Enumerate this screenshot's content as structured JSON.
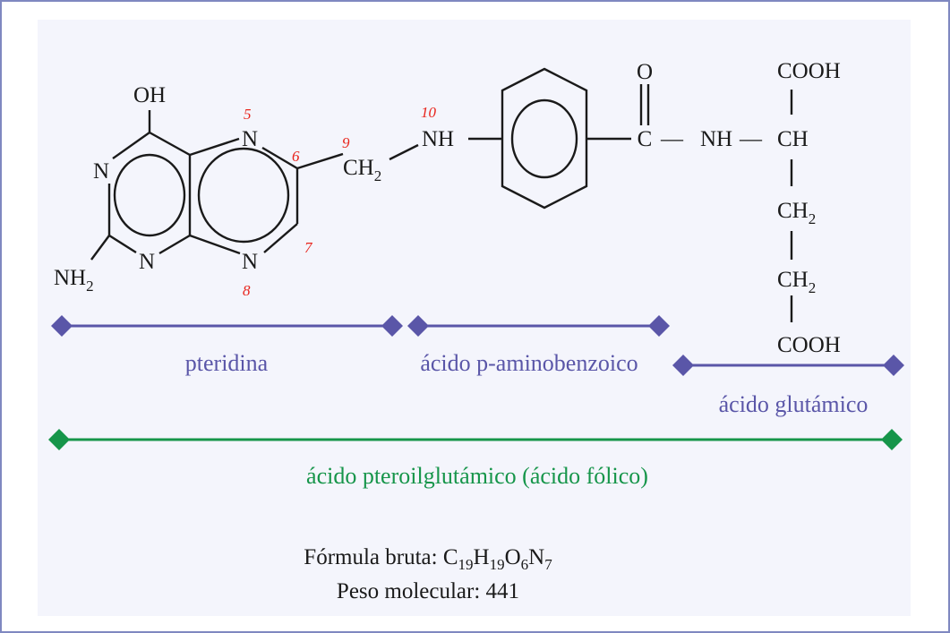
{
  "colors": {
    "frame": "#7f88c0",
    "panel": "#f4f5fc",
    "fragment": "#5a56a8",
    "total": "#16954a",
    "atom_number": "#e8241c",
    "text": "#1a1a1a"
  },
  "molecule": {
    "oh": "OH",
    "n": "N",
    "nh": "NH",
    "nh2_main": "NH",
    "nh2_sub": "2",
    "ch2_main": "CH",
    "ch2_sub": "2",
    "ch": "CH",
    "c": "C",
    "o": "O",
    "cooh": "COOH",
    "dash": "—"
  },
  "atom_numbers": {
    "n5": "5",
    "n6": "6",
    "n7": "7",
    "n8": "8",
    "n9": "9",
    "n10": "10"
  },
  "fragments": {
    "pteridine": "pteridina",
    "paba": "ácido p-aminobenzoico",
    "glutamic": "ácido glutámico",
    "whole": "ácido pteroilglutámico (ácido fólico)"
  },
  "footer": {
    "formula_label": "Fórmula bruta: ",
    "c": "C",
    "c_n": "19",
    "h": "H",
    "h_n": "19",
    "o": "O",
    "o_n": "6",
    "n": "N",
    "n_n": "7",
    "mw_label": "Peso molecular: 441"
  }
}
